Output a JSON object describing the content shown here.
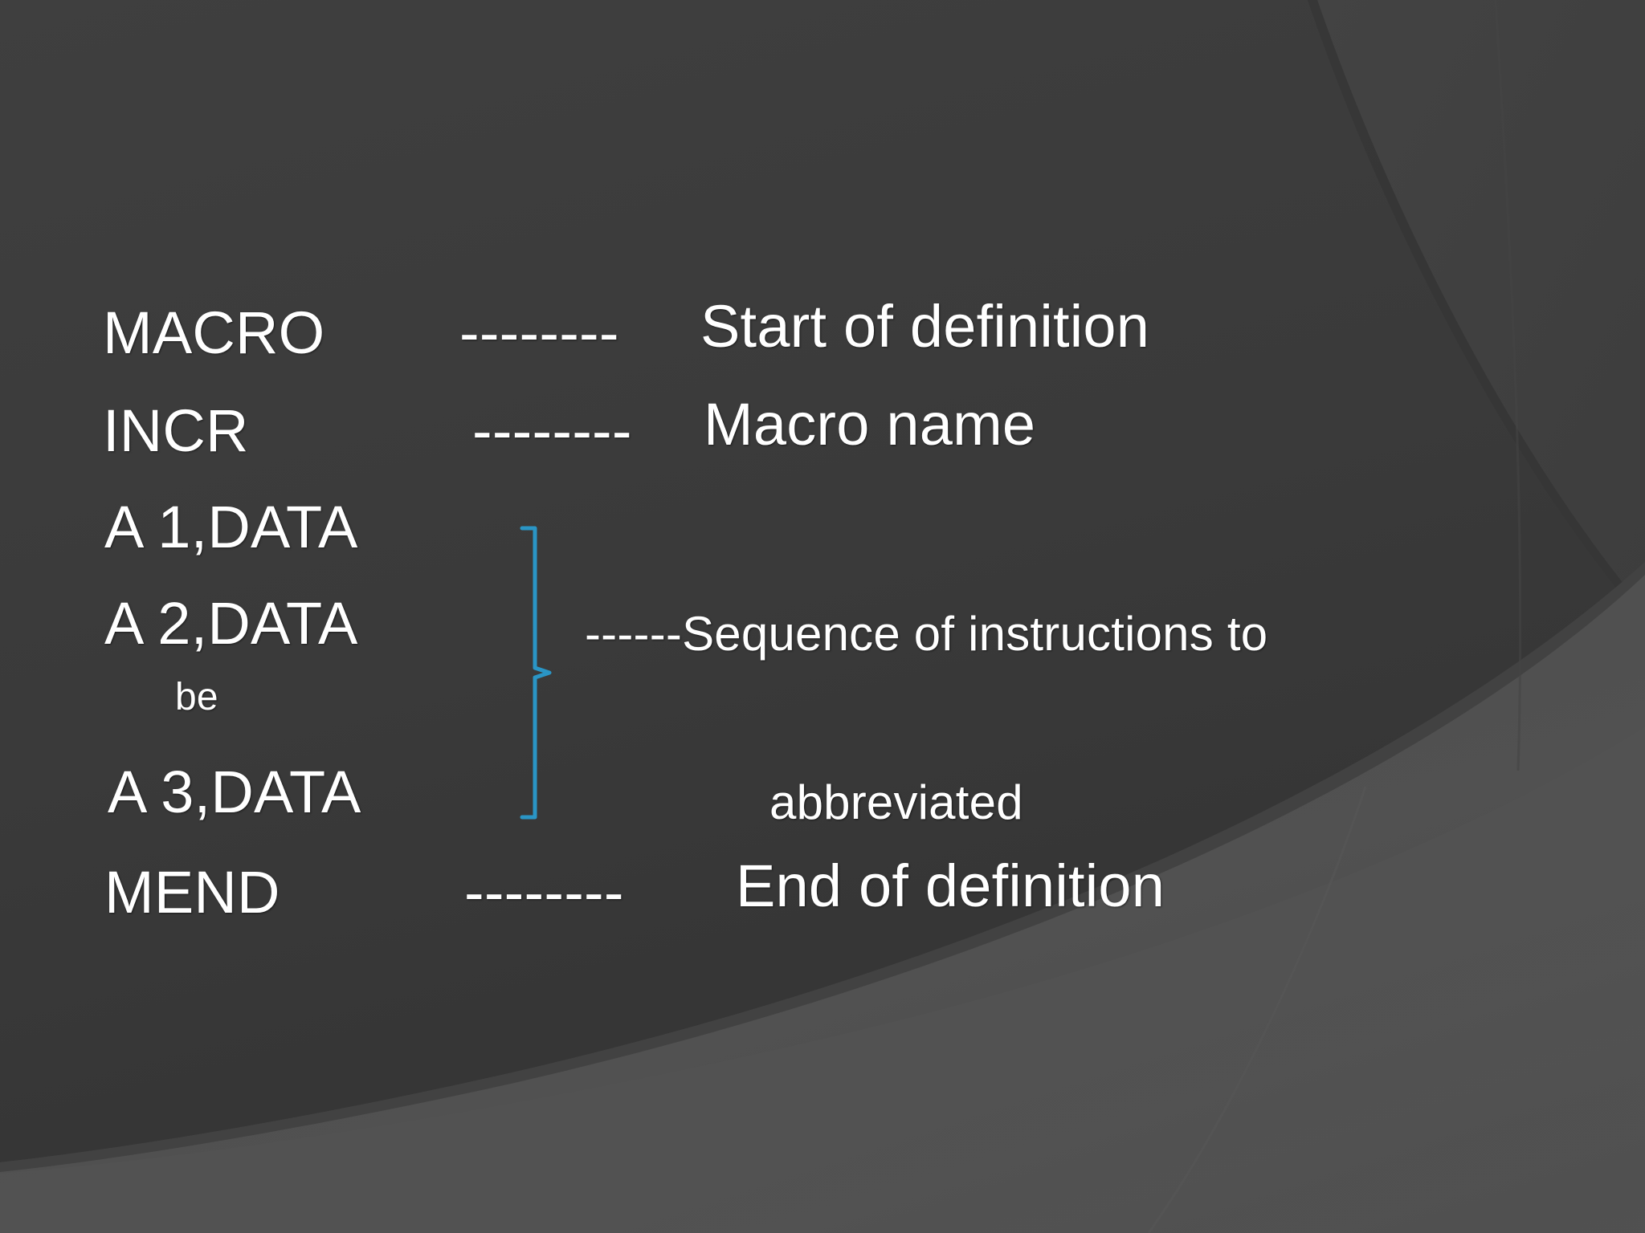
{
  "slide": {
    "background_color": "#3b3b3b",
    "accent_color": "#2a95c5",
    "text_color": "#ffffff",
    "rows": [
      {
        "keyword": "MACRO",
        "dashes": "--------",
        "description": "Start of definition"
      },
      {
        "keyword": "INCR",
        "dashes": "--------",
        "description": "Macro name"
      },
      {
        "keyword": "A 1,DATA",
        "dashes": "",
        "description": ""
      },
      {
        "keyword": "A 2,DATA",
        "dashes": "",
        "description": "------Sequence of instructions to"
      },
      {
        "keyword": "be",
        "dashes": "",
        "description": ""
      },
      {
        "keyword": "A 3,DATA",
        "dashes": "",
        "description": "abbreviated"
      },
      {
        "keyword": "MEND",
        "dashes": "--------",
        "description": "End of definition"
      }
    ],
    "bracket": {
      "name": "instruction-group-brace",
      "color": "#2a95c5"
    }
  }
}
